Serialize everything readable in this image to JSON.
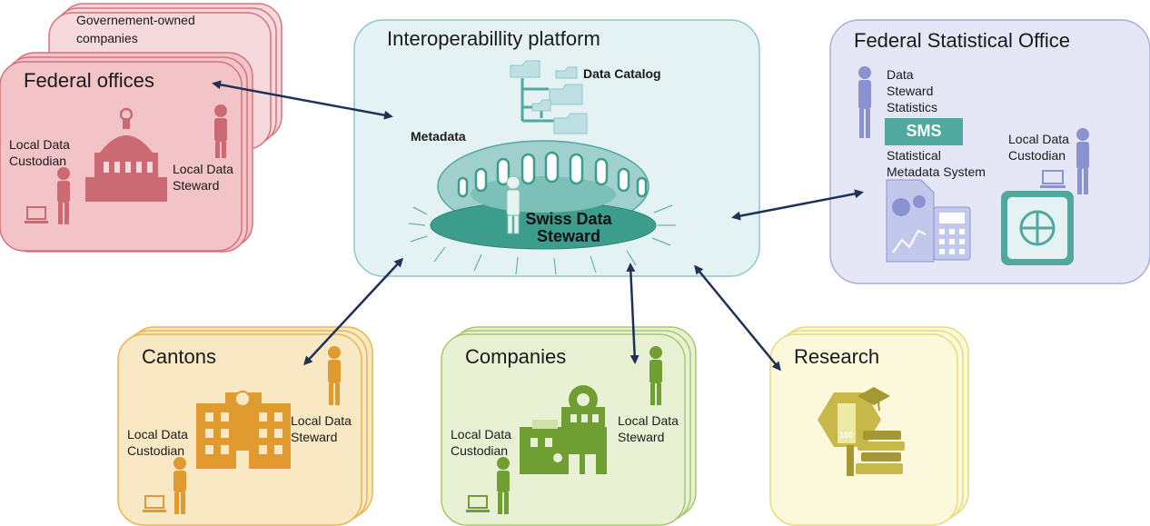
{
  "colors": {
    "federal": "#d4737b",
    "federal_fill": "#f6d9dc",
    "platform": "#8cc8cc",
    "platform_fill": "#e5f2f3",
    "statistical": "#a7acdc",
    "statistical_fill": "#e5e7f6",
    "cantons": "#e6b64f",
    "cantons_fill": "#f8e9c4",
    "companies": "#a7c96b",
    "companies_fill": "#e9f1d4",
    "research": "#e6dc7a",
    "research_fill": "#fbf8dc",
    "arrow": "#1f3158"
  },
  "govt_companies": {
    "line1": "Governement-owned",
    "line2": "companies"
  },
  "federal_offices": {
    "title": "Federal offices",
    "custodian": [
      "Local Data",
      "Custodian"
    ],
    "steward": [
      "Local Data",
      "Steward"
    ]
  },
  "platform": {
    "title": "Interoperabillity platform",
    "catalog": "Data Catalog",
    "metadata": "Metadata",
    "swiss_steward": [
      "Swiss Data",
      "Steward"
    ]
  },
  "statistical_office": {
    "title": "Federal Statistical Office",
    "steward": [
      "Data",
      "Steward",
      "Statistics"
    ],
    "sms_badge": "SMS",
    "sms_caption": [
      "Statistical",
      "Metadata System"
    ],
    "custodian": [
      "Local Data",
      "Custodian"
    ]
  },
  "cantons": {
    "title": "Cantons",
    "custodian": [
      "Local Data",
      "Custodian"
    ],
    "steward": [
      "Local Data",
      "Steward"
    ]
  },
  "companies": {
    "title": "Companies",
    "custodian": [
      "Local Data",
      "Custodian"
    ],
    "steward": [
      "Local Data",
      "Steward"
    ]
  },
  "research": {
    "title": "Research",
    "book_label": "100"
  }
}
